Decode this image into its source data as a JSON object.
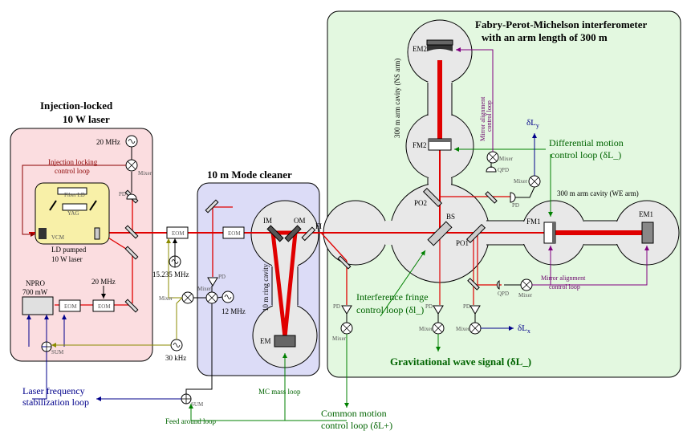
{
  "titles": {
    "fpm_line1": "Fabry-Perot-Michelson interferometer",
    "fpm_line2": "with an arm length of 300 m",
    "laser_line1": "Injection-locked",
    "laser_line2": "10 W laser",
    "mode_cleaner": "10 m Mode cleaner",
    "gw_signal": "Gravitational wave signal (δL_)"
  },
  "laser_box": {
    "freq_20mhz_top": "20 MHz",
    "injection_line1": "Injection locking",
    "injection_line2": "control loop",
    "fiber_ld": "Fiber LD",
    "yag": "YAG",
    "vcm": "VCM",
    "ld_pumped_1": "LD pumped",
    "ld_pumped_2": "10 W laser",
    "npro_1": "NPRO",
    "npro_2": "700 mW",
    "freq_20mhz_bottom": "20 MHz",
    "eom": "EOM",
    "mixer": "Mixer",
    "pd": "PD",
    "sum": "SUM"
  },
  "middle": {
    "freq_15mhz": "15.235 MHz",
    "freq_30khz": "30 kHz",
    "freq_12mhz": "12 MHz",
    "eom": "EOM"
  },
  "mc_box": {
    "im": "IM",
    "om": "OM",
    "em": "EM",
    "ring_cavity": "10 m ring cavity",
    "pd": "PD",
    "mixer": "Mixer"
  },
  "fpm_box": {
    "fi": "FI",
    "em1": "EM1",
    "em2": "EM2",
    "fm1": "FM1",
    "fm2": "FM2",
    "bs": "BS",
    "po1": "PO1",
    "po2": "PO2",
    "ns_cavity": "300 m arm cavity (NS arm)",
    "we_cavity": "300 m arm cavity (WE arm)",
    "mirror_align_top_1": "Mirror alignment",
    "mirror_align_top_2": "control loop",
    "mirror_align_bottom_1": "Mirror alignment",
    "mirror_align_bottom_2": "control loop",
    "delta_ly": "δL",
    "delta_ly_sub": "y",
    "delta_lx": "δL",
    "delta_lx_sub": "x",
    "qpd": "QPD",
    "pd": "PD",
    "mixer": "Mixer"
  },
  "loops": {
    "differential_1": "Differential motion",
    "differential_2": "control loop  (δL_)",
    "interference_1": "Interference fringe",
    "interference_2": "control loop  (δl_)",
    "common_1": "Common motion",
    "common_2": "control loop  (δL+)",
    "mc_mass": "MC mass loop",
    "feed_around": "Feed around loop",
    "laser_freq_1": "Laser frequency",
    "laser_freq_2": "stabilization loop"
  },
  "colors": {
    "laser_box_fill": "#fbdde0",
    "mc_box_fill": "#dcdcf7",
    "fpm_box_fill": "#e3f8e0",
    "beam": "#e00000",
    "green_loop": "#008000",
    "purple_loop": "#800080",
    "blue_loop": "#00008b",
    "olive_loop": "#8b8b00"
  }
}
